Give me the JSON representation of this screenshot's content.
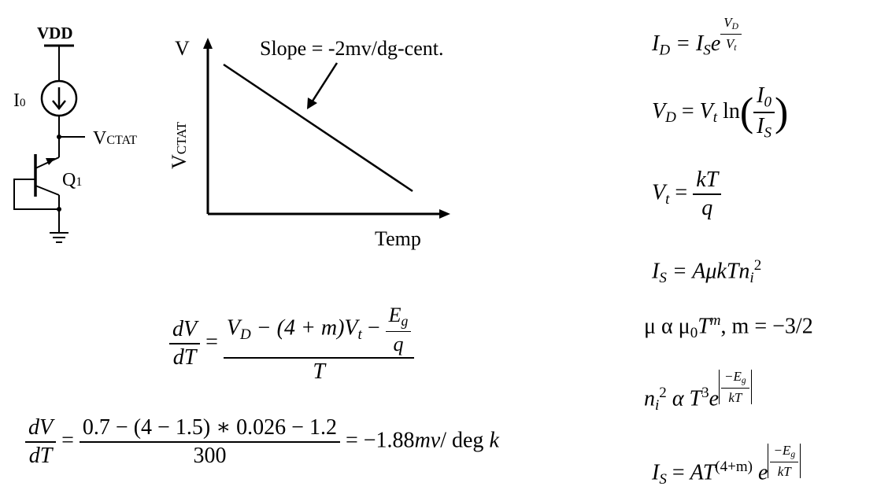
{
  "circuit": {
    "vdd": "VDD",
    "i0": "I",
    "i0_sub": "0",
    "vctat": "V",
    "vctat_sub": "CTAT",
    "q1": "Q",
    "q1_sub": "1"
  },
  "graph": {
    "y_axis_label": "V",
    "y_label": "V",
    "y_label_sub": "CTAT",
    "x_label": "Temp",
    "annotation": "Slope = -2mv/dg-cent."
  },
  "equations": {
    "e1": {
      "lhs": "I",
      "lhs_sub": "D",
      "rhs": "= I",
      "rhs_sub": "S",
      "e": "e",
      "exp_num": "V",
      "exp_num_sub": "D",
      "exp_den": "V",
      "exp_den_sub": "t"
    },
    "e2": {
      "lhs": "V",
      "lhs_sub": "D",
      "eq": "=",
      "vt": "V",
      "vt_sub": "t",
      "ln": "ln",
      "num": "I",
      "num_sub": "0",
      "den": "I",
      "den_sub": "S"
    },
    "e3": {
      "lhs": "V",
      "lhs_sub": "t",
      "eq": "=",
      "num": "kT",
      "den": "q"
    },
    "e4": {
      "text": "I",
      "sub": "S",
      "rhs": "= AμkTn",
      "rhs_sub": "i",
      "rhs_sup": "2"
    },
    "e5": {
      "text": "μ α μ",
      "sub": "0",
      "t": "T",
      "sup": "m",
      "rest": ", m = −3/2"
    },
    "e6": {
      "n": "n",
      "sub": "i",
      "sup": "2",
      "mid": "α T",
      "mid_sup": "3",
      "e": "e",
      "exp_num": "−E",
      "exp_num_sub": "g",
      "exp_den": "kT"
    },
    "e7": {
      "lhs": "I",
      "lhs_sub": "S",
      "eq": "=",
      "a": "AT",
      "sup": "(4+m)",
      "e": "e",
      "exp_num": "−E",
      "exp_num_sub": "g",
      "exp_den": "kT"
    },
    "e8": {
      "num": "dV",
      "den": "dT",
      "eq": "=",
      "rnum_a": "V",
      "rnum_a_sub": "D",
      "rnum_b": "− (4 + m)V",
      "rnum_b_sub": "t",
      "rnum_c": "−",
      "inner_num": "E",
      "inner_num_sub": "g",
      "inner_den": "q",
      "rden": "T"
    },
    "e9": {
      "num": "dV",
      "den": "dT",
      "eq": "=",
      "rnum": "0.7 − (4 − 1.5) ∗ 0.026 − 1.2",
      "rden": "300",
      "result": "= −1.88",
      "unit": "mv",
      "unit2": "/ deg",
      "k": "k"
    }
  }
}
